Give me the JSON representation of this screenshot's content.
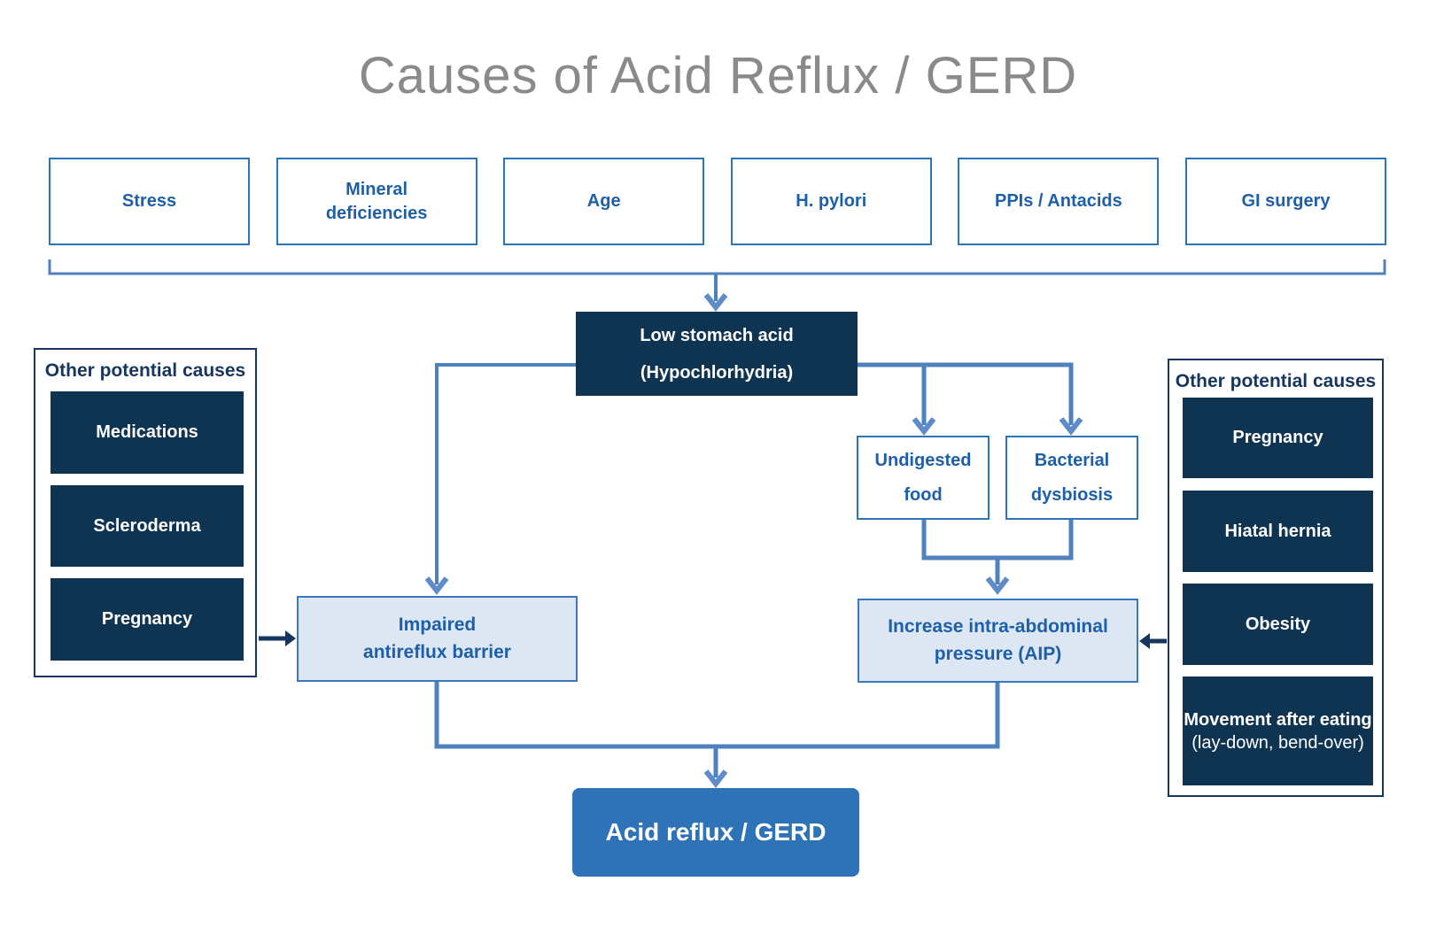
{
  "title": "Causes of Acid Reflux / GERD",
  "top_causes": [
    "Stress",
    "Mineral deficiencies",
    "Age",
    "H. pylori",
    "PPIs / Antacids",
    "GI surgery"
  ],
  "low_acid": {
    "line1": "Low stomach acid",
    "line2": "(Hypochlorhydria)"
  },
  "undigested": {
    "line1": "Undigested",
    "line2": "food"
  },
  "dysbiosis": {
    "line1": "Bacterial",
    "line2": "dysbiosis"
  },
  "impaired": {
    "line1": "Impaired",
    "line2": "antireflux barrier"
  },
  "aip": {
    "line1": "Increase intra-abdominal",
    "line2": "pressure (AIP)"
  },
  "left_panel": {
    "title": "Other potential causes",
    "items": [
      "Medications",
      "Scleroderma",
      "Pregnancy"
    ]
  },
  "right_panel": {
    "title": "Other potential causes",
    "items": [
      "Pregnancy",
      "Hiatal hernia",
      "Obesity"
    ],
    "movement": {
      "title": "Movement after eating",
      "subtitle": "(lay-down, bend-over)"
    }
  },
  "outcome": "Acid reflux / GERD",
  "colors": {
    "accent_blue_border": "#2e75b6",
    "connector_blue": "#4f81bd",
    "arrowhead_blue": "#5e8cc9",
    "dark_navy_fill": "#0e3452",
    "panel_border_navy": "#17365e",
    "light_blue_fill": "#dde7f4",
    "blue_text": "#1e5fa9",
    "gerd_fill": "#2e73b8",
    "title_gray": "#8a8a8a"
  }
}
